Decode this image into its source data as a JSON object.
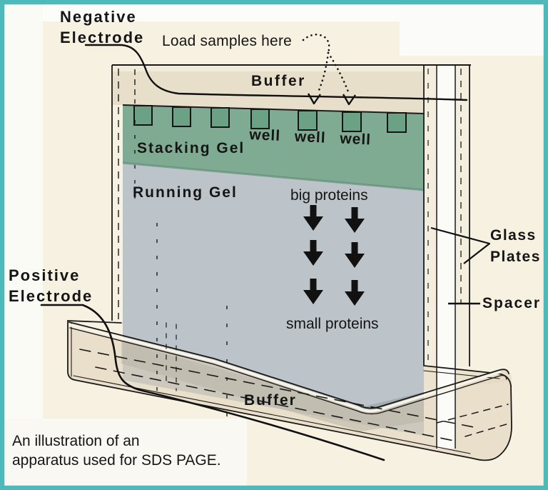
{
  "figure": {
    "labels": {
      "negative_electrode": "Negative\nElectrode",
      "load_samples": "Load samples here",
      "buffer_top": "Buffer",
      "wells": "well well well",
      "stacking_gel": "Stacking Gel",
      "running_gel": "Running Gel",
      "big_proteins": "big proteins",
      "small_proteins": "small proteins",
      "glass_plates": "Glass\nPlates",
      "spacer": "Spacer",
      "positive_electrode": "Positive\nElectrode",
      "buffer_bottom": "Buffer",
      "caption": "An illustration of an\napparatus used for SDS PAGE."
    },
    "colors": {
      "border_teal": "#4DB9BA",
      "paper_cream": "#F7F1E2",
      "buffer_tan": "#E8DFCB",
      "stacking_gel_green": "#7FAB92",
      "running_gel_gray": "#BCC3C9",
      "ink": "#151515"
    }
  }
}
